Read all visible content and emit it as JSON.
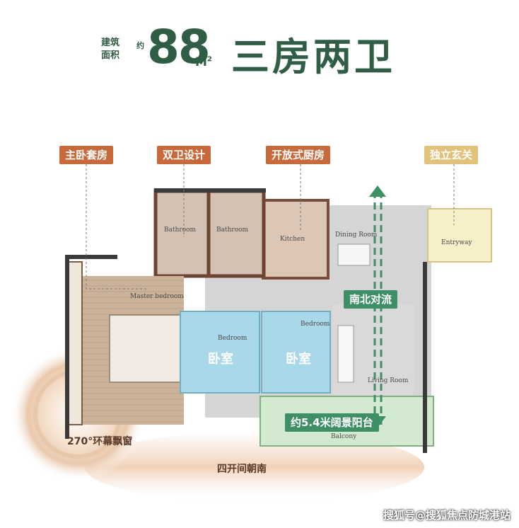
{
  "header": {
    "area_label_line1": "建筑",
    "area_label_line2": "面积",
    "area_prefix": "约",
    "area_value": "88",
    "area_unit": "M",
    "area_unit_sup": "2",
    "headline": "三房两卫"
  },
  "tags": {
    "master_suite": "主卧套房",
    "double_bath": "双卫设计",
    "open_kitchen": "开放式厨房",
    "entry": "独立玄关",
    "cross_ventilation": "南北对流",
    "balcony": "约5.4米阔景阳台"
  },
  "rooms": {
    "bathroom_left": "Bathroom",
    "bathroom_right": "Bathroom",
    "kitchen": "Kitchen",
    "dining": "Dining Room",
    "entryway": "Entryway",
    "master": "Master bedroom",
    "bedroom_a": "Bedroom",
    "bedroom_b": "Bedroom",
    "living": "Living Room",
    "balcony": "Balcony"
  },
  "overlays": {
    "bedroom_a": "卧室",
    "bedroom_b": "卧室"
  },
  "features": {
    "bay_window": "270°环幕飘窗",
    "south_facing": "四开间朝南"
  },
  "watermark": "搜狐号@搜狐焦点防城港站",
  "colors": {
    "brand_green": "#2f5d45",
    "tag_brown": "#c8693c",
    "tag_gold": "#e2c27a",
    "tag_green": "#3f8f66",
    "bedroom_blue": "#9fd3e3",
    "balcony_green": "#cfe6c8"
  }
}
